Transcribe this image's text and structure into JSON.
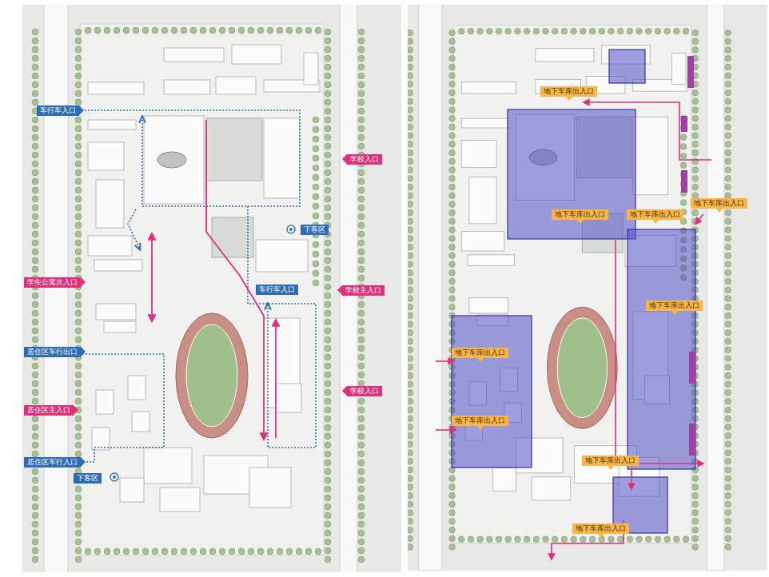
{
  "diagram": {
    "nodes": [
      {
        "text": [
          "车行车入口"
        ]
      },
      {
        "text": [
          "学校入口"
        ]
      },
      {
        "text": [
          "下客区"
        ]
      },
      {
        "text": [
          "学生公寓次入口"
        ]
      },
      {
        "text": [
          "车行车入口"
        ]
      },
      {
        "text": [
          "学校主入口"
        ]
      },
      {
        "text": [
          "居住区车行出口"
        ]
      },
      {
        "text": [
          "学校入口"
        ]
      },
      {
        "text": [
          "居住区主入口"
        ]
      },
      {
        "text": [
          "居住区车行入口"
        ]
      },
      {
        "text": [
          "下客区"
        ]
      },
      {
        "text": [
          "地下车库出入口"
        ]
      },
      {
        "text": [
          "地下车库出入口"
        ]
      },
      {
        "text": [
          "地下车库出入口"
        ]
      },
      {
        "text": [
          "地下车库出入口"
        ]
      },
      {
        "text": [
          "地下车库出入口"
        ]
      },
      {
        "text": [
          "地下车库出入口"
        ]
      },
      {
        "text": [
          "地下车库出入口"
        ]
      },
      {
        "text": [
          "地下车库出入口"
        ]
      },
      {
        "text": [
          "地下车库出入口"
        ]
      }
    ]
  }
}
